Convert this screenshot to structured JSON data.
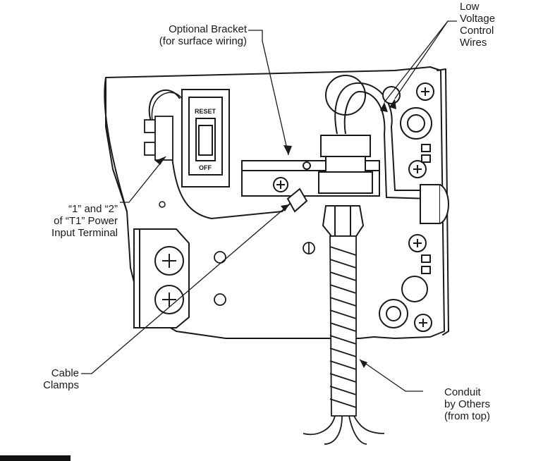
{
  "labels": {
    "optional_bracket": "Optional Bracket\n(for surface wiring)",
    "low_voltage": "Low\nVoltage\nControl\nWires",
    "power_input": "“1” and “2”\nof “T1” Power\nInput Terminal",
    "cable_clamps": "Cable\nClamps",
    "conduit": "Conduit\nby Others\n(from top)"
  },
  "switch": {
    "top_text": "RESET",
    "bottom_text": "OFF"
  }
}
